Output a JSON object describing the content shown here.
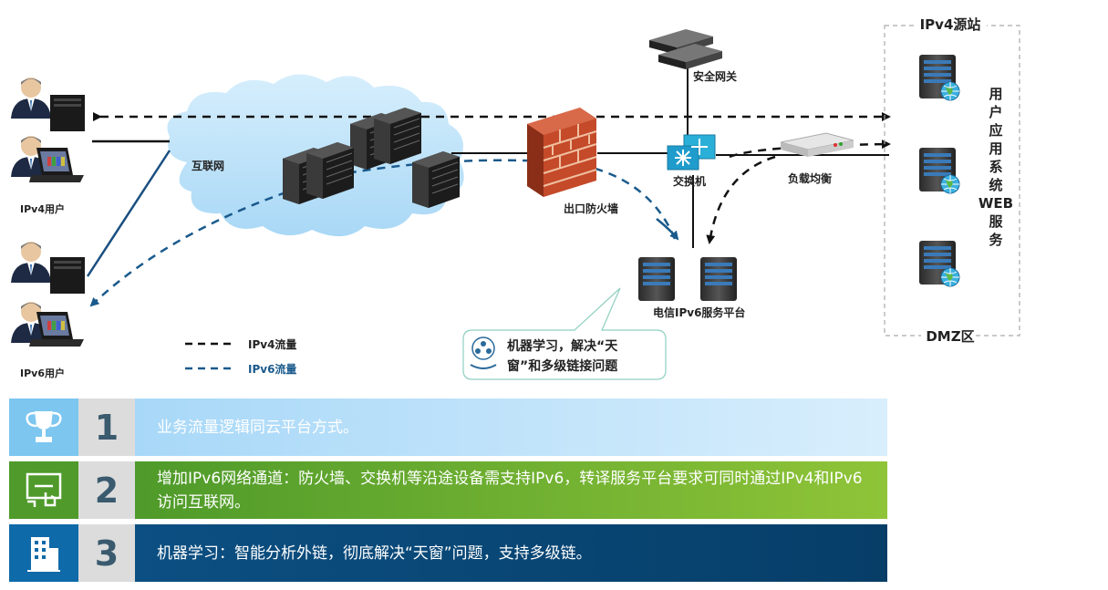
{
  "labels": {
    "ipv4_users": "IPv4用户",
    "ipv6_users": "IPv6用户",
    "internet": "互联网",
    "firewall": "出口防火墙",
    "security_gateway": "安全网关",
    "switch": "交换机",
    "load_balancer": "负载均衡",
    "ipv6_platform": "电信IPv6服务平台",
    "ipv4_source": "IPv4源站",
    "web_service": "用户应用系统WEB服务",
    "dmz": "DMZ区"
  },
  "legend": {
    "ipv4": "IPv4流量",
    "ipv6": "IPv6流量"
  },
  "callout": {
    "line1": "机器学习，解决“天",
    "line2": "窗”和多级链接问题"
  },
  "rows": [
    {
      "number": "1",
      "text": "业务流量逻辑同云平台方式。",
      "icon": "trophy-icon"
    },
    {
      "number": "2",
      "text": "增加IPv6网络通道：防火墙、交换机等沿途设备需支持IPv6，转译服务平台要求可同时通过IPv4和IPv6访问互联网。",
      "icon": "touch-screen-icon"
    },
    {
      "number": "3",
      "text": "机器学习：智能分析外链，彻底解决“天窗”问题，支持多级链。",
      "icon": "building-icon"
    }
  ],
  "colors": {
    "ipv4_line": "#111111",
    "ipv6_line": "#1a5a8c",
    "row1_bg": "#a8d8f8",
    "row2_bg": "#4e9a2a",
    "row3_bg": "#0c4f82"
  }
}
